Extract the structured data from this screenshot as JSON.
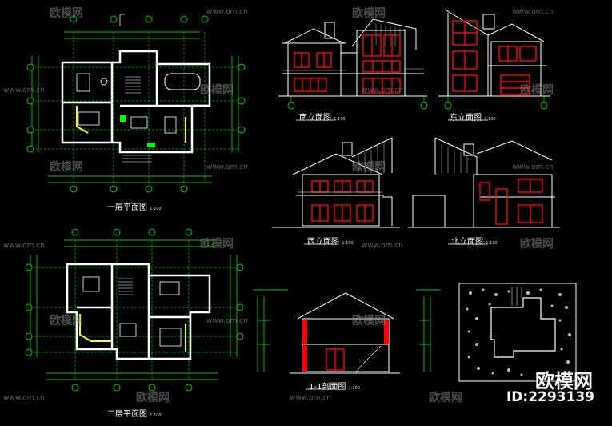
{
  "watermark": {
    "brand": "欧模网",
    "url": "www.om.cn"
  },
  "brand_mark": {
    "logo_text": "欧模网",
    "id_text": "ID:2293139"
  },
  "drawings": {
    "plan1": {
      "title": "一层平面图",
      "scale": "1:100"
    },
    "plan2": {
      "title": "二层平面图",
      "scale": "1:100"
    },
    "elev_south": {
      "title": "南立面图",
      "scale": "1:100"
    },
    "elev_east": {
      "title": "东立面图",
      "scale": "1:100"
    },
    "elev_west": {
      "title": "西立面图",
      "scale": "1:100"
    },
    "elev_north": {
      "title": "北立面图",
      "scale": "1:100"
    },
    "section": {
      "title": "1-1剖面图",
      "scale": "1:100"
    }
  },
  "colors": {
    "background": "#000000",
    "grid": "#00ff00",
    "wall": "#ffffff",
    "window": "#ff0000",
    "accent": "#ffff00",
    "dim": "#00ffff"
  }
}
